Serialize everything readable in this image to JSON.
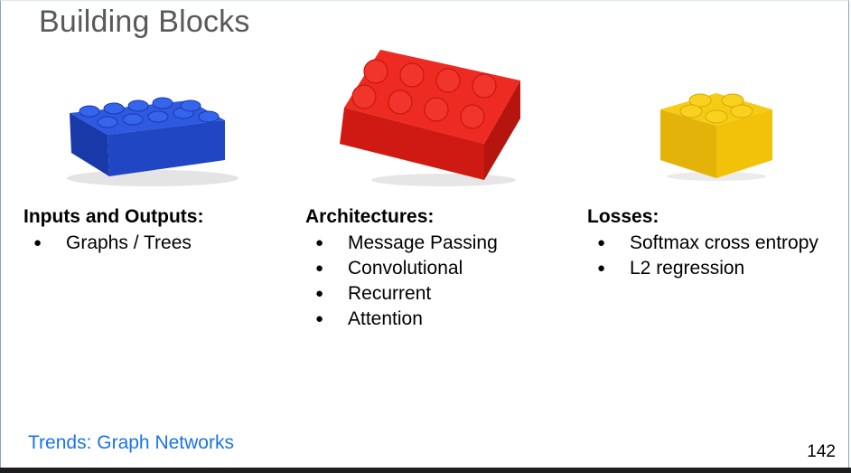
{
  "slide": {
    "title": "Building Blocks",
    "columns": [
      {
        "heading": "Inputs and Outputs:",
        "image": {
          "icon": "blue-lego-brick-2x6",
          "color": "#1f44c8"
        },
        "items": [
          "Graphs / Trees"
        ]
      },
      {
        "heading": "Architectures:",
        "image": {
          "icon": "red-lego-brick-2x4",
          "color": "#e3211b"
        },
        "items": [
          "Message Passing",
          "Convolutional",
          "Recurrent",
          "Attention"
        ]
      },
      {
        "heading": "Losses:",
        "image": {
          "icon": "yellow-lego-brick-2x2",
          "color": "#f2c10a"
        },
        "items": [
          "Softmax cross entropy",
          "L2 regression"
        ]
      }
    ],
    "bullet_glyph": "●",
    "footer_link": "Trends: Graph Networks",
    "page_number": "142",
    "accent_color": "#1a73e8"
  }
}
